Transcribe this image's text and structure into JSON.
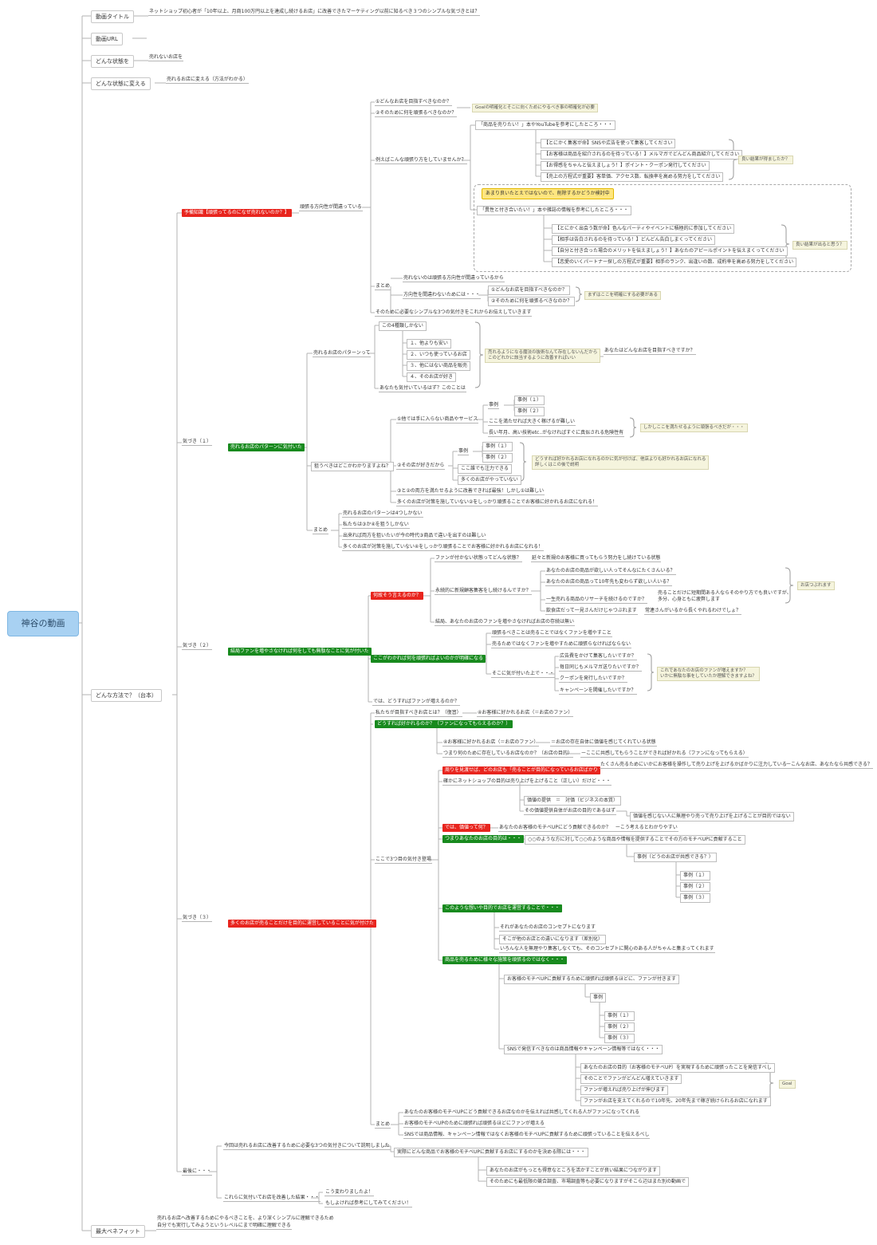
{
  "root": "神谷の動画",
  "l1": [
    "動画タイトル",
    "動画URL",
    "どんな状態を",
    "どんな状態に変える",
    "どんな方法で？（台本）",
    "最大ベネフィット"
  ],
  "l1_children": [
    "ネットショップ初心者が「10年以上、月商100万円以上を達成し続けるお店」に改善できたマーケティング以前に知るべき３つのシンプルな気づきとは？",
    "売れないお店を",
    "売れるお店に変える（方法がわかる）",
    "売れるお店へ改善するためにやるべきことを、より深くシンプルに理解できるため",
    "自分でも実行してみようというレベルにまで明確に理解できる"
  ],
  "sec1": {
    "red": "予備知識【頑張ってるのになぜ売れないのか？】",
    "a1": "頑張る方向性が間違っている",
    "b": [
      "①どんなお店を目指すべきなのか？",
      "②そのために何を頑張るべきなのか？"
    ],
    "goal_note": "Goalの明確化とそこに向くためにやるべき事の明確化が必要",
    "c": "例えばこんな頑張り方をしていませんか？",
    "d1": "「商品を売りたい！」本やYouTubeを参考にしたところ・・・",
    "d1_items": [
      "【とにかく集客が命】SNSや広告を使って集客してください",
      "【お客様は商品を紹介されるのを待っている！】メルマガでどんどん商品紹介してください",
      "【お得感をちゃんと伝えましょう！】ポイント・クーポン発行してください",
      "【売上の方程式が重要】客単価、アクセス数、転換率を高める努力をしてください"
    ],
    "d1_note": "良い結果が得ましたか？",
    "yellow": "あまり良いたとえではないので、削除するかどうか検討中",
    "d2": "「異性と付き合いたい！」本や雑誌の情報を参考にしたところ・・・",
    "d2_items": [
      "【とにかく出会う数が命】色んなパーティやイベントに積極的に参加してください",
      "【相手は告白されるのを待っている！】どんどん告白しまくってください",
      "【自分と付き合った場合のメリットを伝えましょう！】あなたのアピールポイントを伝えまくってください",
      "【恋愛のいくパートナー探しの方程式が重要】相手のランク、出逢いの数、成約率を高める努力をしてください"
    ],
    "d2_note": "良い結果が出ると思う？",
    "matome": "まとめ",
    "m1": "売れないのは頑張る方向性が間違っているから",
    "m2": "方向性を間違わないためには・・・",
    "m2_items": [
      "①どんなお店を目指すべきなのか？",
      "②そのために何を頑張るべきなのか？"
    ],
    "m2_note": "まずはここを明確にする必要がある",
    "m3": "そのために必要なシンプルな3つの気付きをこれからお伝えしていきます"
  },
  "sec2": {
    "label": "気づき（１）",
    "green": "売れるお店のパターンに気付いた",
    "p": "売れるお店のパターンって",
    "p1": "この4種類しかない",
    "p_items": [
      "１、他よりも安い",
      "２、いつも使っているお店",
      "３、他にはない商品を販売",
      "４、そのお店が好き"
    ],
    "p_note": "売れるようになる魔法の抜術なんて存在しないんだから\nこのどれかに該当するように改善すればいい",
    "p_note2": "あなたはどんなお店を目指すべきですか？",
    "p2": "あなたも気付いているはず？このことは",
    "q": "狙うべきはどこかわかりますよね？",
    "q1": "①他では手に入らない商品やサービス",
    "q1_j": "事例",
    "q1_j_items": [
      "事例（１）",
      "事例（２）"
    ],
    "q1_a": "ここを満たせれば大きく稼げるが難しい",
    "q1_b": "長い年月、高い技術etc..がなければすぐに真似される危険性有",
    "q1_note": "しかしここを満たせるように頑張るべきだが・・・",
    "q2": "②その店が好きだから",
    "q2_j": "事例",
    "q2_j_items": [
      "事例（１）",
      "事例（２）"
    ],
    "q2_a": "ここ誰でも注力できる",
    "q2_b": "多くのお店がやっていない",
    "q2_note": "どうすれば好かれるお店になれるのかに気が付けば、他店よりも好かれるお店になれる\n詳しくはこの後で説明",
    "q3": "③と②の両方を満たせるように改善できれば最強！しかし①は難しい",
    "q4": "多くのお店が対策を施していない②をしっかり頑張ることでお客様に好かれるお店になれる！",
    "matome": "まとめ",
    "mm": [
      "売れるお店のパターンは4つしかない",
      "私たちは③か④を狙うしかない",
      "出来れば両方を狙いたいが今の時代③商品で違いを出すのは難しい",
      "多くのお店が対策を施していない④をしっかり頑張ることでお客様に好かれるお店になれる！"
    ]
  },
  "sec3": {
    "label": "気づき（２）",
    "green": "結局ファンを増やさなければ何をしても無駄なことに気が付いた",
    "red": "何故そう言えるのか？",
    "r1": "ファンが付かない状態ってどんな状態？",
    "r1_a": "延々と新規のお客様に買ってもらう努力をし続けている状態",
    "r2": "永続的に新規顧客集客をし続けるんですか？",
    "r2_items": [
      "あなたのお店の商品が欲しい人ってそんなにたくさんいる？",
      "あなたのお店の商品って10年先も変わらず欲しい人いる？",
      "一生売れる商品のリサーチを続けるのですか？",
      "飲食店だって一見さんだけじゃつぶれます"
    ],
    "r2_side1": "売ることだけに短期間ある人ならそのやり方でも良いですが、\n多分、心身ともに疲弊します",
    "r2_side2": "常連さんがいるから長くやれるわけでしょ？",
    "r2_note": "お店つぶれます",
    "r3": "結局、あなたのお店のファンを増やさなければお店の存続は無い",
    "green2": "ここがわかれば何を頑張ればよいのかが明確になる",
    "g1": "頑張るべきことは売ることではなくファンを増やすこと",
    "g2": "売るためではなくファンを増やすために頑張らなければならない",
    "g3": "そこに気が付いた上で・・・",
    "g3_items": [
      "広告費をかけて集客したいですか？",
      "毎日同じもメルマガ送りたいですか？",
      "クーポンを発行したいですか？",
      "キャンペーンを開催したいですか？"
    ],
    "g3_note": "これであなたのお店のファンが増えますか？\nいかに無駄な事をしていたか理解できますよね？",
    "g4": "では、どうすればファンが増えるのか？"
  },
  "sec4": {
    "label": "気づき（３）",
    "red": "多くのお店が売ることだけを目的に運営していることに気が付けた",
    "h1": "私たちが目指すべきお店とは？（復習）",
    "h1_a": "④お客様に好かれるお店（＝お店のファン）",
    "green_h": "どうすれば好かれるのか？（ファンになってもらえるのか？）",
    "h2": "④お客様に好かれるお店（＝お店のファン）",
    "h2_a": "＝お店の存在自体に価値を感じてくれている状態",
    "h3": "つまり何のために存在しているお店なのか？（お店の目的）",
    "h3_a": "ーここに共感してもらうことができれば好かれる（ファンになってもらえる）",
    "z": "ここで3つ目の気付き登場",
    "red_z1": "周りを見渡せば、どのお店も「売ることが目的になっているお店ばかり",
    "red_z1_a": "たくさん売るためにいかにお客様を操作して売り上げを上げるかばかりに注力している",
    "red_z1_b": "ーこんなお店、あなたなら共感できる？",
    "z2": "確かにネットショップの目的は売り上げを上げること（正しい）だけど・・・",
    "z2_items": [
      "価値の提供　＝　対価（ビジネスの本質）",
      "その価値提供自体がお店の目的であるはず"
    ],
    "z2_c": "価値を感じない人に無理やり売って売り上げを上げることが目的ではない",
    "red_z3": "では、価値って何？",
    "red_z3_a": "あなたのお客様のモチベUPにどう貢献できるのか？　ーこう考えるとわかりやすい",
    "green_z4": "つまりあなたのお店の目的は・・・",
    "green_z4_a": "○○のような方に対して○○のような商品や情報を提供することでその方のモチベUPに貢献すること",
    "z4_j": "事例（どうのお店が共感できる？）",
    "z4_j_items": [
      "事例（１）",
      "事例（２）",
      "事例（３）"
    ],
    "green_z5": "このような想いや目的でお店を運営することで・・・",
    "z5_items": [
      "それがあなたのお店のコンセプトになります",
      "そこが他のお店との違いになります（差別化）",
      "いろんな人を無理やり集客しなくても、そのコンセプトに関心のある人がちゃんと集まってくれます"
    ],
    "green_z6": "商品を売るために様々な施策を頑張るのではなく・・・",
    "z6_1": "お客様のモチベUPに貢献するために頑張れば頑張るほどに、ファンが付きます",
    "z6_j": "事例",
    "z6_j_items": [
      "事例（１）",
      "事例（２）",
      "事例（３）"
    ],
    "z6_2": "SNSで発信すべきなのは商品情報やキャンペーン情報等ではなく・・・",
    "z6_items": [
      "あなたのお店の目的（お客様のモチベUP）を実現するために頑張ったことを発信すべし",
      "そのことでファンがどんどん増えていきます",
      "ファンが増えれば売り上げが伸びます",
      "ファンがお店を支えてくれるので10年先、20年先まで稼ぎ続けられるお店になれます"
    ],
    "z6_note": "Goal",
    "matome": "まとめ",
    "mm": [
      "あなたのお客様のモチベUPにどう貢献できるお店なのかを伝えれば共感してくれる人がファンになってくれる",
      "お客様のモチベUPのために頑張れば頑張るほどにファンが増える",
      "SNSでは商品情報、キャンペーン情報ではなくお客様のモチベUPに貢献するために頑張っていることを伝えるべし"
    ]
  },
  "sec5": {
    "label": "最後に・・・",
    "s1": "今回は売れるお店に改善するために必要な3つの気付きについて説明しました",
    "s1_a": "実際にどんな商品でお客様のモチベUPに貢献するお店にするのかを決める際には・・・",
    "s1_items": [
      "あなたのお店がもっとも得意なところを活かすことが良い結果につながります",
      "そのためにも最低限の競合調査、市場調査等も必要になりますがそこら辺はまた別の動画で"
    ],
    "s2": "これらに気付いてお店を改善した結果・・・",
    "s2_items": [
      "こう変わりましたよ！",
      "もしよければ参考にしてみてください！"
    ]
  }
}
